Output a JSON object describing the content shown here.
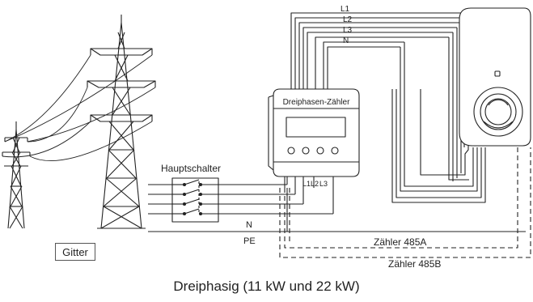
{
  "labels": {
    "grid": "Gitter",
    "main_switch": "Hauptschalter",
    "meter": "Dreiphasen-Zähler",
    "wire_l1": "L1",
    "wire_l2": "L2",
    "wire_l3": "L3",
    "wire_n_top": "N",
    "wire_n": "N",
    "wire_pe": "PE",
    "terminal_l1": "L1",
    "terminal_l2": "L2",
    "terminal_l3": "L3",
    "bus_a": "Zähler 485A",
    "bus_b": "Zähler 485B",
    "caption": "Dreiphasig (11 kW und 22 kW)"
  }
}
